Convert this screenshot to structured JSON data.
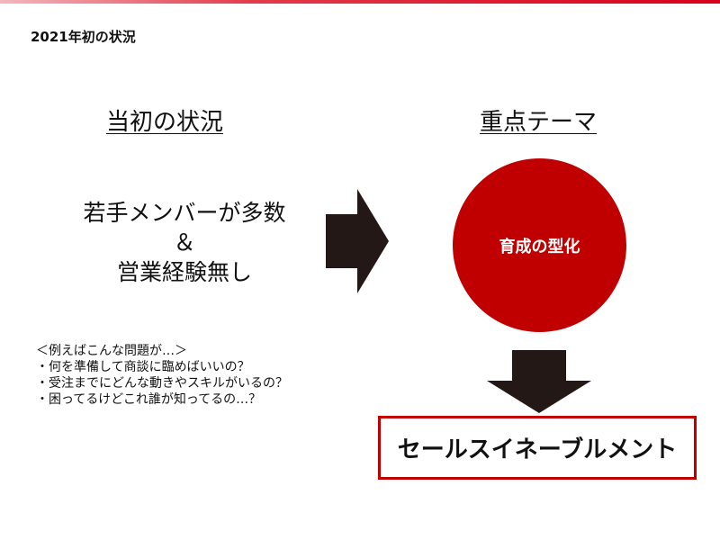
{
  "slide": {
    "title": "2021年初の状況"
  },
  "left": {
    "heading": "当初の状況",
    "situation": [
      "若手メンバーが多数",
      "＆",
      "営業経験無し"
    ],
    "examples": [
      "＜例えばこんな問題が…＞",
      "・何を準備して商談に臨めばいいの？",
      "・受注までにどんな動きやスキルがいるの？",
      "・困ってるけどこれ誰が知ってるの…？"
    ]
  },
  "right": {
    "heading": "重点テーマ",
    "theme": "育成の型化",
    "result": "セールスイネーブルメント"
  },
  "colors": {
    "accent": "#c00000",
    "arrow": "#231815"
  }
}
